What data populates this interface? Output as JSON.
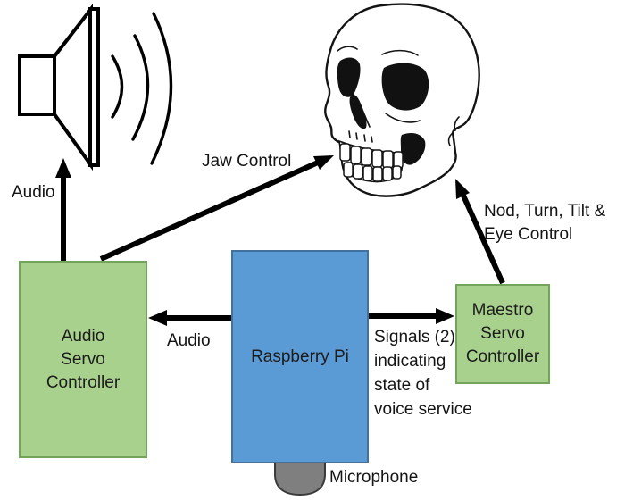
{
  "labels": {
    "audio_top": "Audio",
    "jaw_control": "Jaw Control",
    "nod_tilt": [
      "Nod, Turn, Tilt &",
      "Eye Control"
    ],
    "audio_mid": "Audio",
    "signals": [
      "Signals (2)",
      "indicating",
      "state of",
      "voice service"
    ],
    "microphone": "Microphone"
  },
  "boxes": {
    "audio_servo": {
      "lines": [
        "Audio",
        "Servo",
        "Controller"
      ],
      "fill": "#A9D18E",
      "border": "#74A45C"
    },
    "raspberry_pi": {
      "label": "Raspberry Pi",
      "fill": "#5B9BD5",
      "border": "#41719C"
    },
    "maestro": {
      "lines": [
        "Maestro",
        "Servo",
        "Controller"
      ],
      "fill": "#A9D18E",
      "border": "#74A45C"
    }
  },
  "icons": {
    "speaker": "speaker-icon",
    "sound_waves": "sound-waves-icon",
    "skull": "skull-icon",
    "microphone": "microphone-icon"
  },
  "colors": {
    "background": "#FFFFFF",
    "arrow": "#000000",
    "text": "#141414",
    "box_green_fill": "#A9D18E",
    "box_green_border": "#74A45C",
    "box_blue_fill": "#5B9BD5",
    "box_blue_border": "#41719C",
    "mic_fill": "#7F7F7F",
    "mic_border": "#3A3A3A"
  }
}
